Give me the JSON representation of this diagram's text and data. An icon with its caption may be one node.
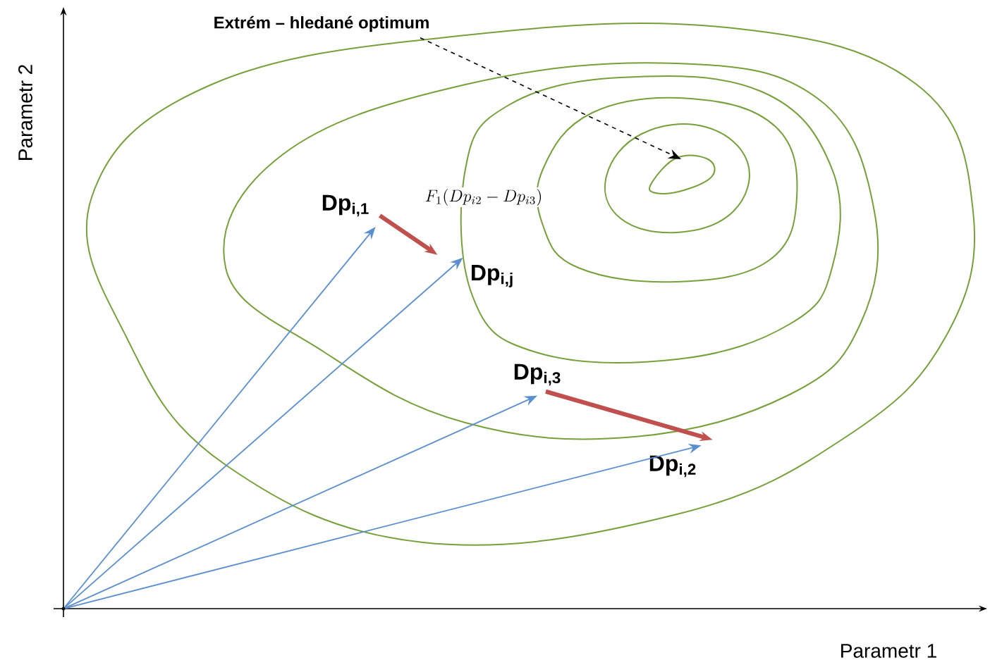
{
  "diagram": {
    "nodes": [
      {
        "text": [],
        "shape": "circle"
      },
      {
        "text": [
          "Dp$_{i,1}$"
        ]
      },
      {
        "text": [
          "Dp$_{i,j}$"
        ]
      },
      {
        "text": [
          "Dp$_{i,3}$"
        ]
      },
      {
        "text": [
          "Dp$_{i,2}$"
        ]
      },
      {
        "text": [
          "Extrém – hledané optimum"
        ]
      }
    ],
    "edges": [
      {
        "from": 0,
        "to": 1,
        "arrow": "to"
      },
      {
        "from": 0,
        "to": 2,
        "arrow": "to"
      },
      {
        "from": 0,
        "to": 3,
        "arrow": "to"
      },
      {
        "from": 0,
        "to": 4,
        "arrow": "to"
      },
      {
        "from": 1,
        "to": 2,
        "arrow": "to",
        "label": "F_1(Dp_{i2} - Dp_{i3})",
        "style": "thick",
        "color": "#c0504d"
      },
      {
        "from": 3,
        "to": 4,
        "arrow": "to",
        "style": "thick",
        "color": "#c0504d"
      },
      {
        "from": 5,
        "to": null,
        "arrow": "to",
        "style": "dashed",
        "color": "#000000"
      }
    ],
    "labels": [
      "Parametr 2",
      "Parametr 1"
    ]
  }
}
